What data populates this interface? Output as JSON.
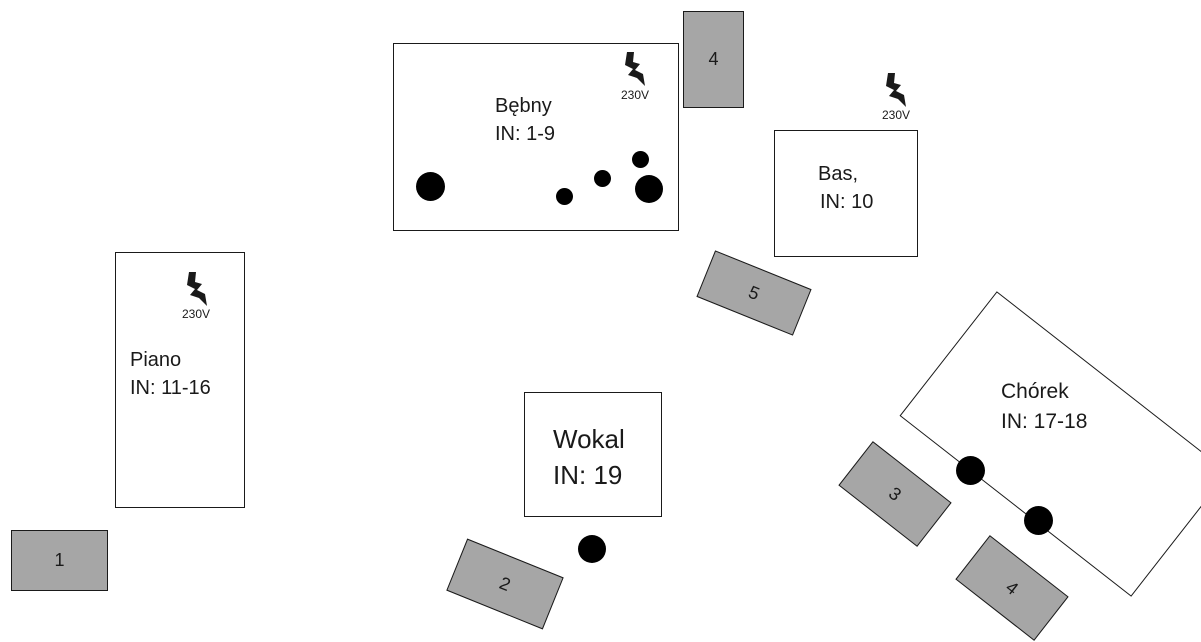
{
  "stations": {
    "drums": {
      "name": "Bębny",
      "inputs": "IN: 1-9"
    },
    "bass": {
      "name": "Bas,",
      "inputs": "IN: 10"
    },
    "piano": {
      "name": "Piano",
      "inputs": "IN: 11-16"
    },
    "vocal": {
      "name": "Wokal",
      "inputs": "IN: 19"
    },
    "choir": {
      "name": "Chórek",
      "inputs": "IN: 17-18"
    }
  },
  "power_label": "230V",
  "icons": {
    "power": "lightning-bolt-icon"
  },
  "monitors": {
    "m1": "1",
    "m2": "2",
    "m3": "3",
    "m4_drums": "4",
    "m4_choir": "4",
    "m5": "5"
  },
  "colors": {
    "monitor_fill": "#a6a6a6",
    "outline": "#1a1a1a",
    "microphone": "#000000"
  }
}
